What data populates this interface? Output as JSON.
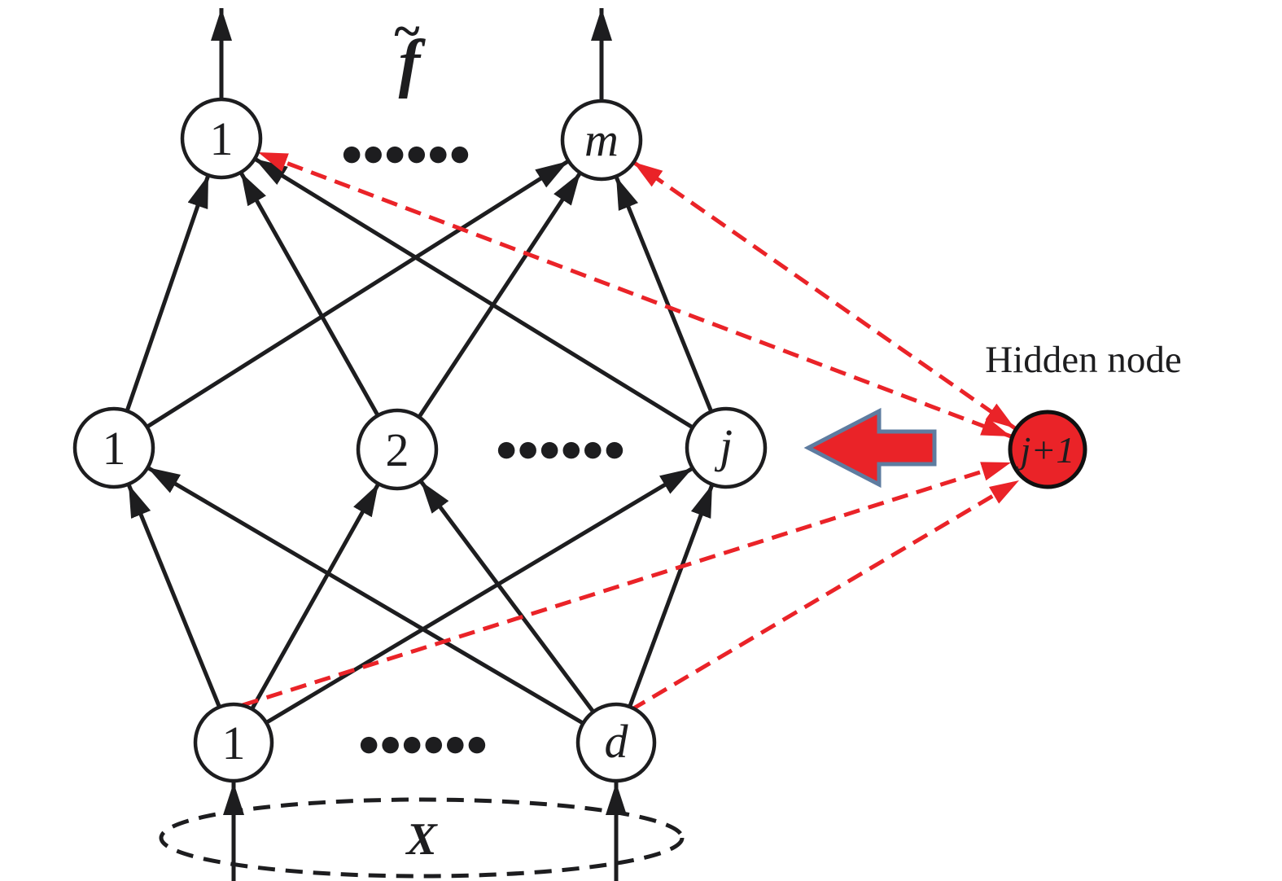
{
  "figure": {
    "kind": "neural-network-diagram",
    "description_caption": "Hidden node"
  },
  "labels": {
    "f_base": "f",
    "f_accent": "~",
    "hidden_node_caption": "Hidden node",
    "x_label": "X",
    "dots": "●●●●●●"
  },
  "nodes": {
    "output": [
      {
        "label": "1"
      },
      {
        "label": "m"
      }
    ],
    "hidden": [
      {
        "label": "1"
      },
      {
        "label": "2"
      },
      {
        "label": "j"
      }
    ],
    "new_hidden": {
      "label": "j+1"
    },
    "input": [
      {
        "label": "1"
      },
      {
        "label": "d"
      }
    ]
  },
  "colors": {
    "red": "#EA2328",
    "outline": "#5E7CA0",
    "ink": "#1D1D1F"
  }
}
